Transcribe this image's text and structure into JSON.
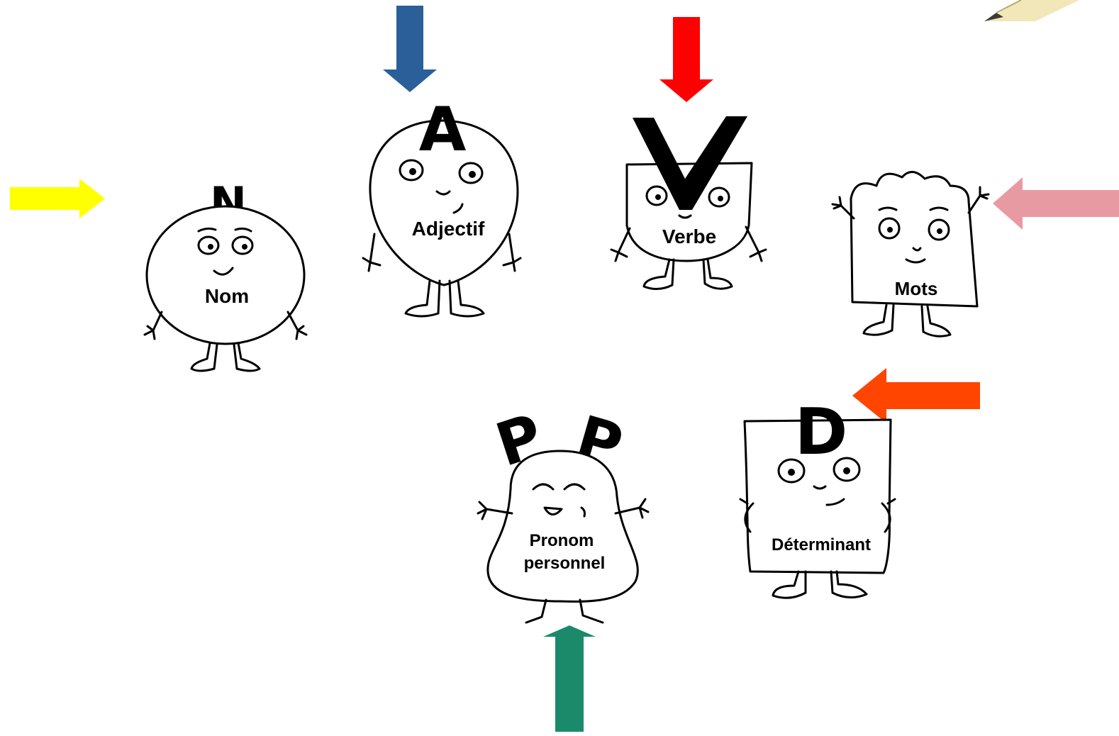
{
  "characters": {
    "nom": {
      "label": "Nom",
      "letter": "N"
    },
    "adjectif": {
      "label": "Adjectif",
      "letter": "A"
    },
    "verbe": {
      "label": "Verbe",
      "letter": "V"
    },
    "mots": {
      "label": "Mots"
    },
    "pronom": {
      "label_line1": "Pronom",
      "label_line2": "personnel",
      "letter1": "P",
      "letter2": "P"
    },
    "determinant": {
      "label": "Déterminant",
      "letter": "D"
    }
  },
  "arrows": {
    "yellow": {
      "color": "#FFFF00",
      "points_to": "Nom"
    },
    "blue": {
      "color": "#2A5F9A",
      "points_to": "Adjectif"
    },
    "red": {
      "color": "#FF0000",
      "points_to": "Verbe"
    },
    "pink": {
      "color": "#E89AA3",
      "points_to": "Mots"
    },
    "orange": {
      "color": "#FF4500",
      "points_to": "Déterminant"
    },
    "green": {
      "color": "#1A8A6A",
      "points_to": "Pronom personnel"
    }
  },
  "decorations": {
    "pencil_icon": "pencil-icon"
  }
}
